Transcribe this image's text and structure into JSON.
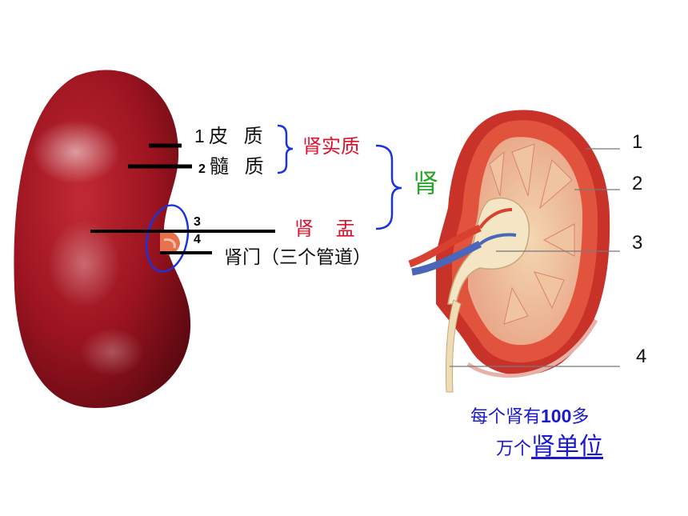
{
  "left": {
    "cortex": {
      "num": "1",
      "text": "皮 质"
    },
    "medulla": {
      "num": "2",
      "text": "髓 质"
    },
    "num3": "3",
    "num4": "4",
    "parenchyma": "肾实质",
    "pelvis": "肾 盂",
    "kidney": "肾",
    "hilum": "肾门（三个管道）"
  },
  "right": {
    "labels": [
      "1",
      "2",
      "3",
      "4"
    ]
  },
  "note": {
    "line1_a": "每个肾有",
    "line1_num": "100",
    "line1_b": "多",
    "line2_a": "万个",
    "line2_big": "肾单位"
  },
  "colors": {
    "label_red": "#e0102a",
    "brace_blue": "#1a33dd",
    "kidney_green": "#2aa52a",
    "note_blue": "#1a1acc",
    "kidney_surface": "#9c1420"
  }
}
